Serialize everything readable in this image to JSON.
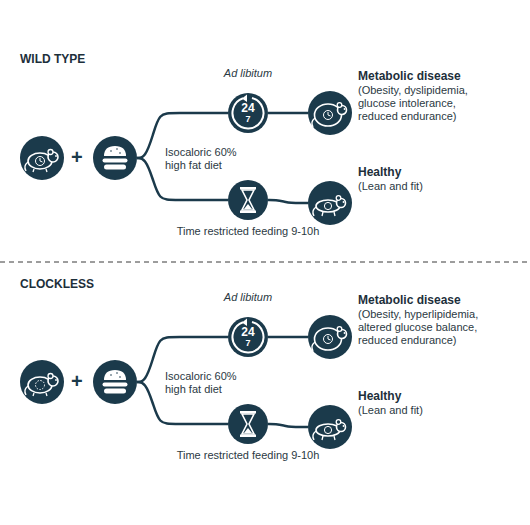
{
  "diagram": {
    "nodes": [
      {
        "text": [
          "Isocaloric 60% high fat diet"
        ]
      },
      {
        "text": [
          "Ad libitum",
          "24",
          "7"
        ]
      },
      {
        "text": [
          "Time restricted feeding 9-10h"
        ]
      },
      {
        "text": [
          "Metabolic disease",
          "(Obesity, dyslipidemia, glucose intolerance, reduced endurance)"
        ]
      },
      {
        "text": [
          "Healthy",
          "(Lean and fit)"
        ]
      },
      {
        "text": [
          "Isocaloric 60% high fat diet"
        ]
      },
      {
        "text": [
          "Ad libitum",
          "24",
          "7"
        ]
      },
      {
        "text": [
          "Time restricted feeding 9-10h"
        ]
      },
      {
        "text": [
          "Metabolic disease",
          "(Obesity, hyperlipidemia, altered glucose balance, reduced endurance)"
        ]
      },
      {
        "text": [
          "Healthy",
          "(Lean and fit)"
        ]
      }
    ],
    "edges": [
      {
        "from": 0,
        "to": 1,
        "arrow": "none"
      },
      {
        "from": 0,
        "to": 2,
        "arrow": "none"
      },
      {
        "from": 1,
        "to": 3,
        "arrow": "none"
      },
      {
        "from": 2,
        "to": 4,
        "arrow": "none"
      },
      {
        "from": 5,
        "to": 6,
        "arrow": "none"
      },
      {
        "from": 5,
        "to": 7,
        "arrow": "none"
      },
      {
        "from": 6,
        "to": 8,
        "arrow": "none"
      },
      {
        "from": 7,
        "to": 9,
        "arrow": "none"
      }
    ],
    "labels": [
      "WILD TYPE",
      "+",
      "CLOCKLESS",
      "+"
    ]
  }
}
